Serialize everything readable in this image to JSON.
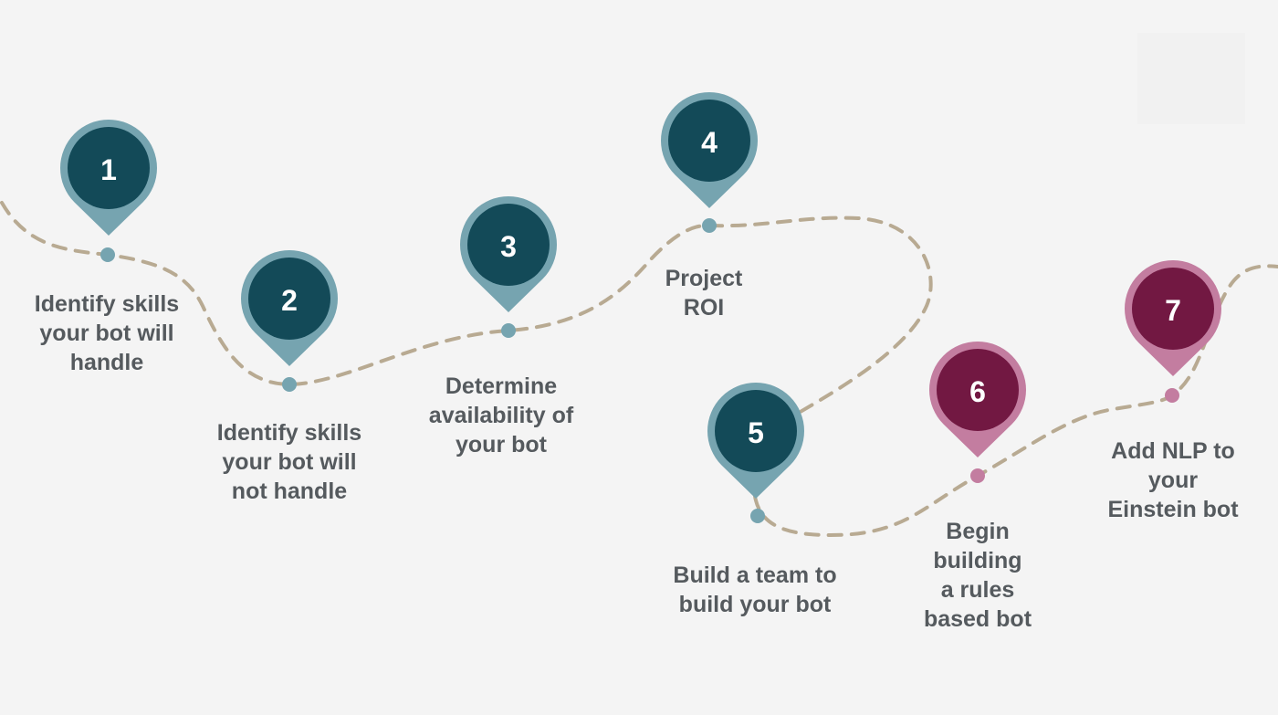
{
  "colors": {
    "background": "#f4f4f4",
    "path": "#b8aa92",
    "teal_ring": "#76a4b0",
    "teal_core": "#134a58",
    "magenta_ring": "#c37da0",
    "magenta_core": "#721842",
    "label_text": "#555a5e"
  },
  "steps": [
    {
      "number": "1",
      "theme": "teal",
      "label_lines": [
        "Identify skills",
        "your bot will",
        "handle"
      ]
    },
    {
      "number": "2",
      "theme": "teal",
      "label_lines": [
        "Identify skills",
        "your bot will",
        "not handle"
      ]
    },
    {
      "number": "3",
      "theme": "teal",
      "label_lines": [
        "Determine",
        "availability of",
        "your bot"
      ]
    },
    {
      "number": "4",
      "theme": "teal",
      "label_lines": [
        "Project",
        "ROI"
      ]
    },
    {
      "number": "5",
      "theme": "teal",
      "label_lines": [
        "Build a team to",
        "build your bot"
      ]
    },
    {
      "number": "6",
      "theme": "magenta",
      "label_lines": [
        "Begin",
        "building",
        "a rules",
        "based bot"
      ]
    },
    {
      "number": "7",
      "theme": "magenta",
      "label_lines": [
        "Add NLP to",
        "your",
        "Einstein bot"
      ]
    }
  ]
}
